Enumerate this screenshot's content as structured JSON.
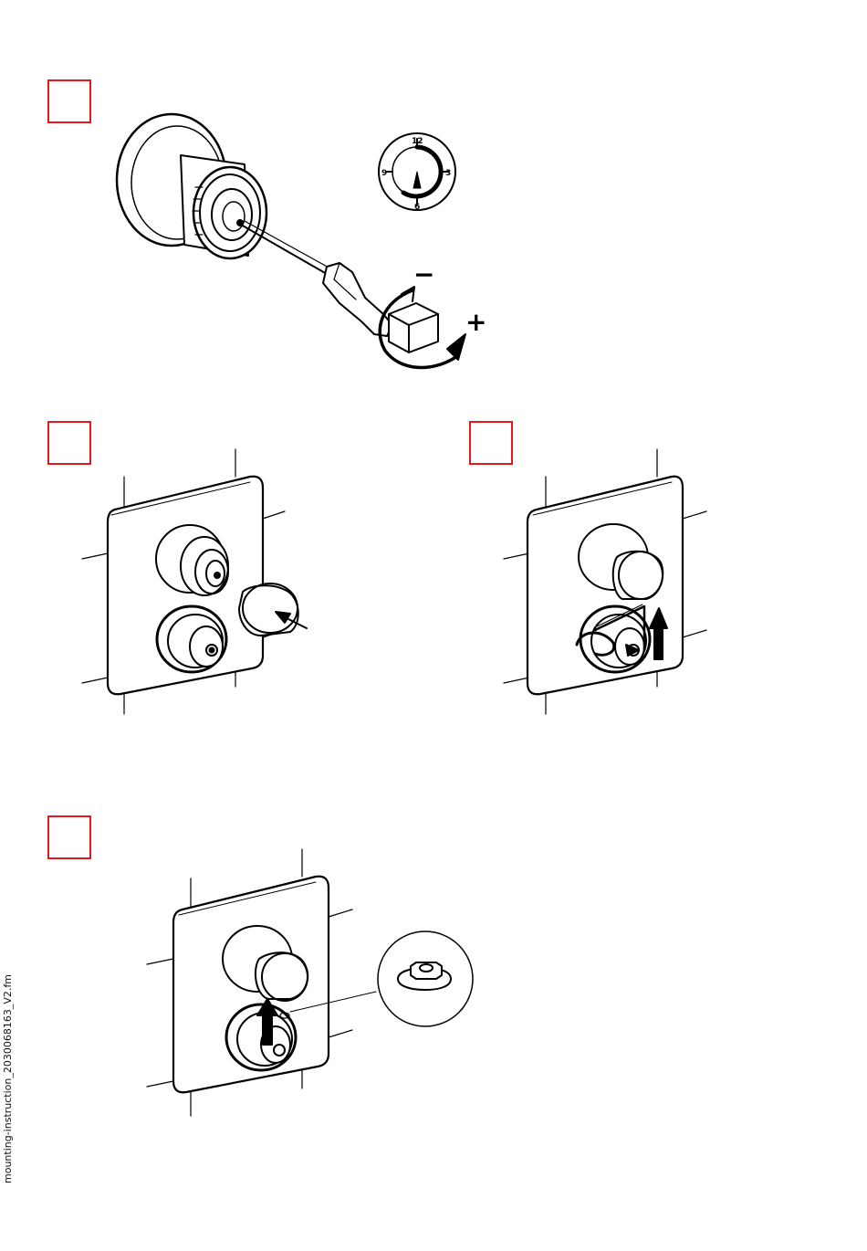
{
  "document": {
    "footer_filename": "mounting-instruction_2030068163_V2.fm",
    "colors": {
      "step_box": "#e3191c",
      "line": "#000000"
    }
  },
  "steps": [
    {
      "id": "step-1",
      "illustration": "screwdriver-adjusting-cartridge",
      "dial": {
        "labels": [
          "12",
          "3",
          "6",
          "9"
        ]
      },
      "signs": {
        "minus": "−",
        "plus": "+"
      }
    },
    {
      "id": "step-2",
      "illustration": "push-handle-onto-spindle"
    },
    {
      "id": "step-3",
      "illustration": "hex-key-tighten-handle"
    },
    {
      "id": "step-4",
      "illustration": "insert-cap-detail"
    }
  ]
}
